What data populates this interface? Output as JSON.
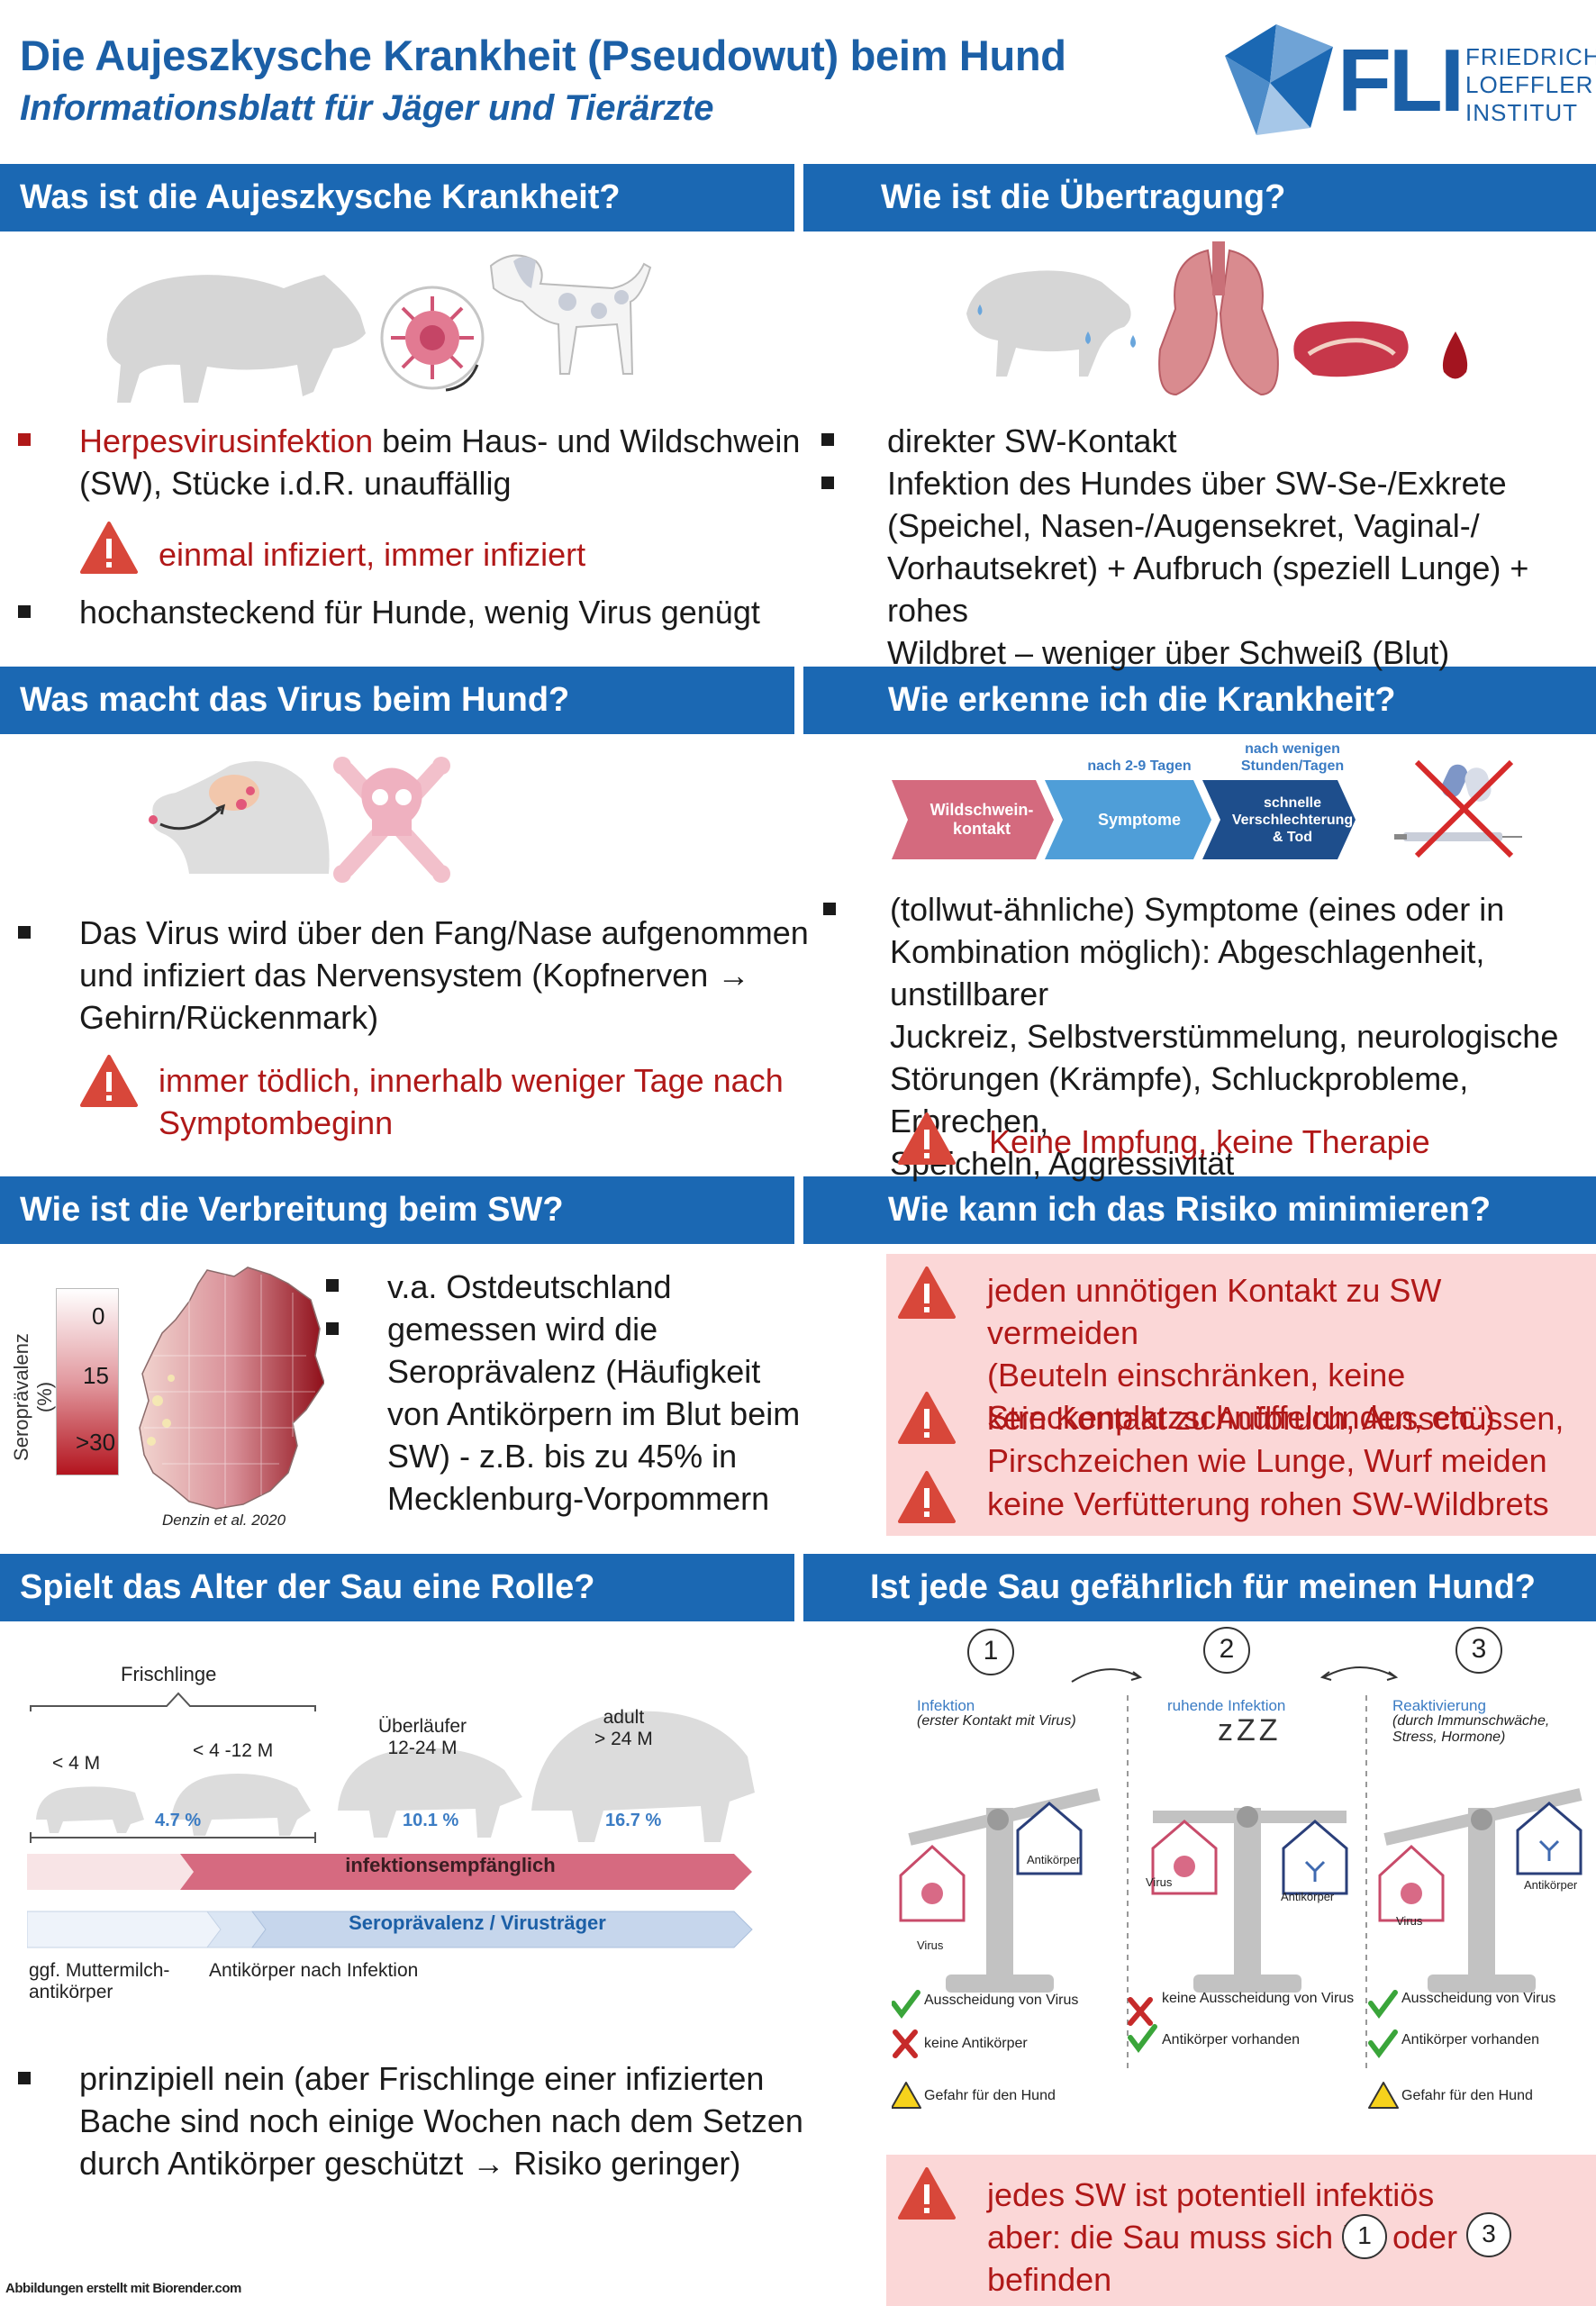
{
  "header": {
    "title": "Die Aujeszkysche Krankheit (Pseudowut) beim Hund",
    "subtitle": "Informationsblatt für Jäger und Tierärzte",
    "logo_abbr": "FLI",
    "logo_lines": [
      "FRIEDRICH",
      "LOEFFLER",
      "INSTITUT"
    ]
  },
  "colors": {
    "brand_blue": "#1b68b3",
    "alert_red": "#b01818",
    "pink_box": "#fbd7d7",
    "check_green": "#3aa53a"
  },
  "s1": {
    "heading": "Was ist die Aujeszkysche Krankheit?",
    "b1_red": "Herpesvirusinfektion",
    "b1_rest": " beim Haus- und Wildschwein",
    "b1_line2": "(SW), Stücke i.d.R. unauffällig",
    "warn": "einmal infiziert, immer infiziert",
    "b2": "hochansteckend für Hunde, wenig Virus genügt"
  },
  "s2": {
    "heading": "Wie ist die Übertragung?",
    "b1": "direkter SW-Kontakt",
    "b2_lines": [
      "Infektion des Hundes über SW-Se-/Exkrete",
      "(Speichel, Nasen-/Augensekret, Vaginal-/",
      "Vorhautsekret) + Aufbruch (speziell Lunge) + rohes",
      "Wildbret – weniger über Schweiß (Blut)"
    ]
  },
  "s3": {
    "heading": "Was macht das Virus beim Hund?",
    "b1_lines": [
      "Das Virus wird über den Fang/Nase aufgenommen",
      "und infiziert das Nervensystem (Kopfnerven →",
      "Gehirn/Rückenmark)"
    ],
    "warn_lines": [
      "immer tödlich, innerhalb weniger Tage nach",
      "Symptombeginn"
    ]
  },
  "s4": {
    "heading": "Wie erkenne ich die Krankheit?",
    "flow": {
      "step1": "Wildschwein-\nkontakt",
      "step2": "Symptome",
      "step3": "schnelle\nVerschlechterung\n& Tod",
      "label12": "nach 2-9 Tagen",
      "label23": "nach wenigen\nStunden/Tagen"
    },
    "b1_lines": [
      "(tollwut-ähnliche) Symptome (eines oder in",
      "Kombination möglich): Abgeschlagenheit, unstillbarer",
      "Juckreiz, Selbstverstümmelung, neurologische",
      "Störungen (Krämpfe), Schluckprobleme, Erbrechen,",
      "Speicheln, Aggressivität"
    ],
    "warn": "Keine Impfung, keine Therapie"
  },
  "s5": {
    "heading": "Wie ist die Verbreitung beim SW?",
    "legend_axis": "Seroprävalenz (%)",
    "legend_ticks": [
      "0",
      "15",
      ">30"
    ],
    "citation": "Denzin et al. 2020",
    "b1": "v.a. Ostdeutschland",
    "b2_lines": [
      "gemessen wird die",
      "Seroprävalenz (Häufigkeit",
      "von Antikörpern im Blut beim",
      "SW) - z.B. bis zu 45% in",
      "Mecklenburg-Vorpommern"
    ]
  },
  "s6": {
    "heading": "Wie kann ich das Risiko minimieren?",
    "w1_lines": [
      "jeden unnötigen Kontakt zu SW vermeiden",
      "(Beuteln einschränken, keine",
      "Streckenplatzschnüffelrunden, etc.)"
    ],
    "w2_lines": [
      "kein Kontakt zu Aufbruch, Ausschüssen,",
      "Pirschzeichen wie Lunge, Wurf meiden"
    ],
    "w3": "keine Verfütterung rohen SW-Wildbrets"
  },
  "s7": {
    "heading": "Spielt das Alter der Sau eine Rolle?",
    "group_label": "Frischlinge",
    "ages": [
      {
        "label": "< 4 M",
        "value": "4.7 %"
      },
      {
        "label": "< 4 -12 M",
        "value": ""
      },
      {
        "label": "Überläufer\n12-24 M",
        "value": "10.1 %"
      },
      {
        "label": "adult\n> 24 M",
        "value": "16.7 %"
      }
    ],
    "bar1": "infektionsempfänglich",
    "bar2": "Seroprävalenz / Virusträger",
    "note1": "ggf. Muttermilch-\nantikörper",
    "note2": "Antikörper nach Infektion",
    "b1_lines": [
      "prinzipiell nein (aber Frischlinge einer infizierten",
      "Bache sind noch einige Wochen nach dem Setzen",
      "durch Antikörper geschützt → Risiko geringer)"
    ]
  },
  "s8": {
    "heading": "Ist jede Sau gefährlich für meinen Hund?",
    "stages": [
      {
        "num": "1",
        "title": "Infektion",
        "sub": "(erster Kontakt mit Virus)",
        "l_label": "Virus",
        "r_label": "Antikörper",
        "check1": "Ausscheidung von Virus",
        "check2": "keine Antikörper",
        "danger": "Gefahr für den Hund"
      },
      {
        "num": "2",
        "title": "ruhende Infektion",
        "sub": "",
        "l_label": "Virus",
        "r_label": "Antikörper",
        "check1": "keine Ausscheidung von Virus",
        "check2": "Antikörper vorhanden",
        "danger": ""
      },
      {
        "num": "3",
        "title": "Reaktivierung",
        "sub": "(durch Immunschwäche,\nStress, Hormone)",
        "l_label": "Virus",
        "r_label": "Antikörper",
        "check1": "Ausscheidung von Virus",
        "check2": "Antikörper vorhanden",
        "danger": "Gefahr für den Hund"
      }
    ],
    "sleep": "zZZ",
    "box_l1": "jedes SW ist potentiell infektiös",
    "box_l2a": "aber: die Sau muss sich in",
    "box_n1": "1",
    "box_oder": "oder",
    "box_n3": "3",
    "box_l3": "befinden"
  },
  "footer": "Abbildungen erstellt mit Biorender.com"
}
